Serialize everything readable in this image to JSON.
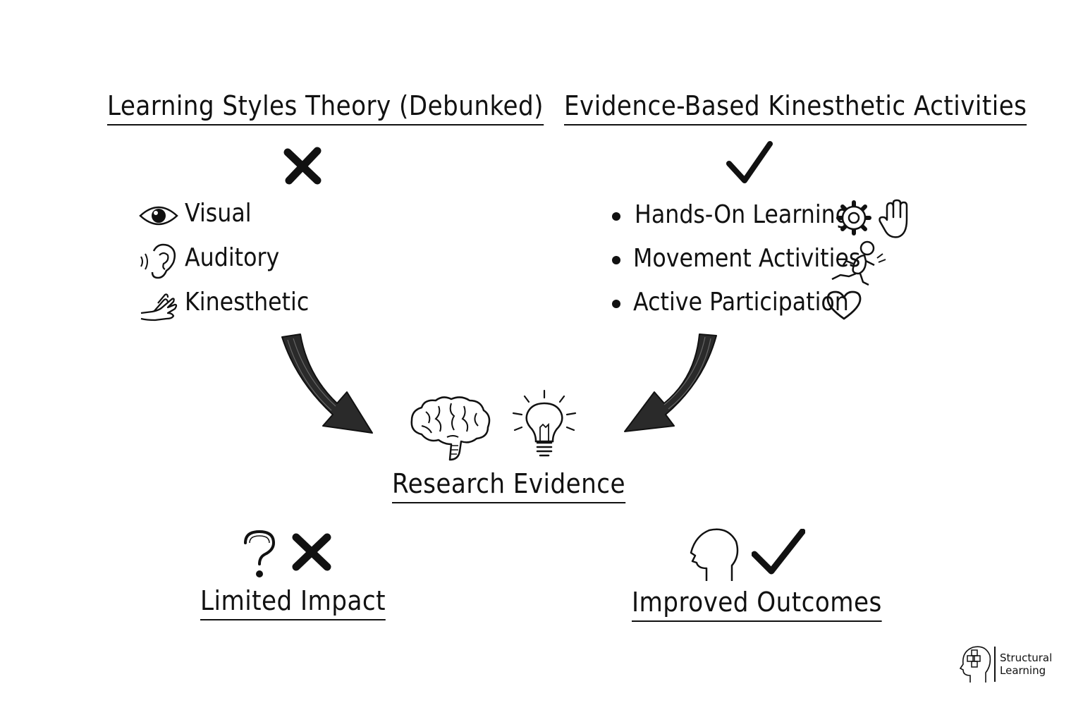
{
  "left": {
    "title": "Learning Styles Theory (Debunked)",
    "mark_icon": "cross-icon",
    "items": [
      {
        "label": "Visual",
        "icon": "eye-icon"
      },
      {
        "label": "Auditory",
        "icon": "ear-icon"
      },
      {
        "label": "Kinesthetic",
        "icon": "hand-icon"
      }
    ]
  },
  "right": {
    "title": "Evidence-Based Kinesthetic Activities",
    "mark_icon": "check-icon",
    "items": [
      {
        "label": "Hands-On Learning",
        "icons": [
          "gear-icon",
          "raised-hand-icon"
        ]
      },
      {
        "label": "Movement Activities",
        "icons": [
          "running-figure-icon"
        ]
      },
      {
        "label": "Active Participation",
        "icons": [
          "heart-icon"
        ]
      }
    ]
  },
  "center": {
    "label": "Research Evidence",
    "icons": [
      "brain-icon",
      "lightbulb-icon"
    ]
  },
  "outcomes": {
    "left": {
      "label": "Limited Impact",
      "icons": [
        "question-mark-icon",
        "cross-icon"
      ]
    },
    "right": {
      "label": "Improved Outcomes",
      "icons": [
        "head-profile-icon",
        "check-icon"
      ]
    }
  },
  "logo": {
    "line1": "Structural",
    "line2": "Learning"
  }
}
